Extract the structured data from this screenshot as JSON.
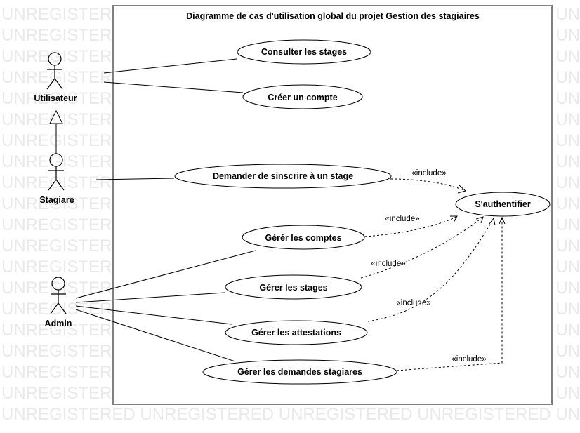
{
  "watermark": "UNREGISTERED",
  "diagram": {
    "title": "Diagramme de cas d'utilisation global du projet Gestion des stagiaires"
  },
  "actors": {
    "utilisateur": "Utilisateur",
    "stagiare": "Stagiare",
    "admin": "Admin"
  },
  "use_cases": {
    "consulter": "Consulter les stages",
    "creer_compte": "Créer un compte",
    "demander": "Demander de sinscrire à un stage",
    "authentifier": "S'authentifier",
    "gerer_comptes": "Gérér les comptes",
    "gerer_stages": "Gérer les stages",
    "gerer_attestations": "Gérer les attestations",
    "gerer_demandes": "Gérer les demandes stagiares"
  },
  "relations": {
    "include": "«include»"
  },
  "colors": {
    "line": "#000000",
    "frame_border": "#808080",
    "watermark": "#e9e9e9"
  }
}
